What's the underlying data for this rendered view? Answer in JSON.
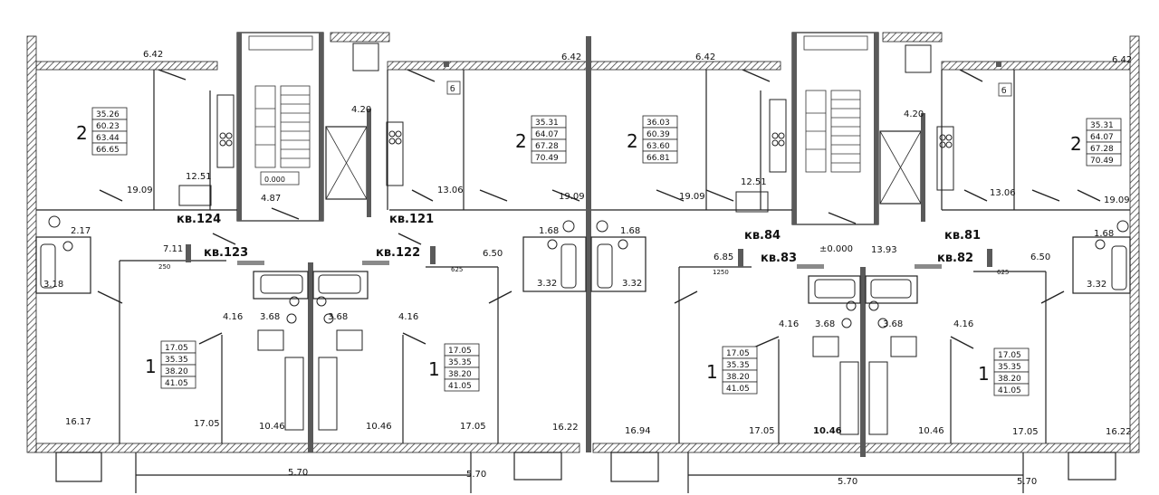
{
  "apartments": [
    {
      "id": "apt-124",
      "label": "кв.124",
      "rooms": "2",
      "areas": [
        "35.26",
        "60.23",
        "63.44",
        "66.65"
      ]
    },
    {
      "id": "apt-121",
      "label": "кв.121",
      "rooms": "2",
      "areas": [
        "35.31",
        "64.07",
        "67.28",
        "70.49"
      ]
    },
    {
      "id": "apt-84",
      "label": "кв.84",
      "rooms": "2",
      "areas": [
        "36.03",
        "60.39",
        "63.60",
        "66.81"
      ]
    },
    {
      "id": "apt-81",
      "label": "кв.81",
      "rooms": "2",
      "areas": [
        "35.31",
        "64.07",
        "67.28",
        "70.49"
      ]
    },
    {
      "id": "apt-123",
      "label": "кв.123",
      "rooms": "1",
      "areas": [
        "17.05",
        "35.35",
        "38.20",
        "41.05"
      ]
    },
    {
      "id": "apt-122",
      "label": "кв.122",
      "rooms": "1",
      "areas": [
        "17.05",
        "35.35",
        "38.20",
        "41.05"
      ]
    },
    {
      "id": "apt-83",
      "label": "кв.83",
      "rooms": "1",
      "areas": [
        "17.05",
        "35.35",
        "38.20",
        "41.05"
      ]
    },
    {
      "id": "apt-82",
      "label": "кв.82",
      "rooms": "1",
      "areas": [
        "17.05",
        "35.35",
        "38.20",
        "41.05"
      ]
    }
  ],
  "dimensions": {
    "d_642_a": "6.42",
    "d_642_b": "6.42",
    "d_642_c": "6.42",
    "d_642_d": "6.42",
    "d_420_a": "4.20",
    "d_420_b": "4.20",
    "d_1909_a": "19.09",
    "d_1909_b": "19.09",
    "d_1909_c": "19.09",
    "d_1909_d": "19.09",
    "d_1251_a": "12.51",
    "d_1251_b": "12.51",
    "d_487": "4.87",
    "d_1306_a": "13.06",
    "d_1306_b": "13.06",
    "d_217": "2.17",
    "d_318": "3.18",
    "d_711": "7.11",
    "d_168_a": "1.68",
    "d_168_b": "1.68",
    "d_168_c": "1.68",
    "d_332_a": "3.32",
    "d_332_b": "3.32",
    "d_332_c": "3.32",
    "d_650_a": "6.50",
    "d_650_b": "6.50",
    "d_685": "6.85",
    "d_1393": "13.93",
    "d_416_a": "4.16",
    "d_416_b": "4.16",
    "d_416_c": "4.16",
    "d_416_d": "4.16",
    "d_368_a": "3.68",
    "d_368_b": "3.68",
    "d_368_c": "3.68",
    "d_368_d": "3.68",
    "d_1617": "16.17",
    "d_1622_a": "16.22",
    "d_1622_b": "16.22",
    "d_1694": "16.94",
    "d_1705_a": "17.05",
    "d_1705_b": "17.05",
    "d_1705_c": "17.05",
    "d_1705_d": "17.05",
    "d_1046_a": "10.46",
    "d_1046_b": "10.46",
    "d_1046_c": "10.46",
    "d_1046_d": "10.46",
    "d_570_a": "5.70",
    "d_570_b": "5.70",
    "d_570_c": "5.70",
    "d_570_d": "5.70"
  },
  "level_marks": {
    "left": "0.000",
    "right": "±0.000"
  },
  "small_marks": {
    "vent_a": "б",
    "vent_b": "б",
    "dim_a": "250",
    "dim_b": "625",
    "dim_c": "1250",
    "dim_d": "625"
  },
  "colors": {
    "wall": "#5a5a5a",
    "line": "#222222",
    "paper": "#ffffff"
  }
}
